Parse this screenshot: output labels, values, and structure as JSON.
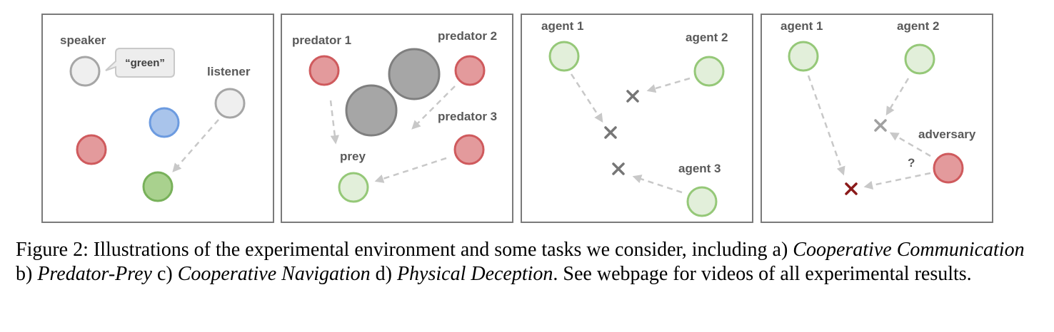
{
  "panels": [
    {
      "labels": {
        "speaker": "speaker",
        "listener": "listener",
        "utterance": "“green”"
      }
    },
    {
      "labels": {
        "predator1": "predator 1",
        "predator2": "predator 2",
        "predator3": "predator 3",
        "prey": "prey"
      }
    },
    {
      "labels": {
        "agent1": "agent 1",
        "agent2": "agent 2",
        "agent3": "agent 3"
      }
    },
    {
      "labels": {
        "agent1": "agent 1",
        "agent2": "agent 2",
        "adversary": "adversary",
        "question": "?"
      }
    }
  ],
  "colors": {
    "gray_light": "#efefef",
    "gray_stroke": "#a6a6a6",
    "red_fill": "#e39a9c",
    "red_stroke": "#cf5a5d",
    "blue_fill": "#a9c4eb",
    "blue_stroke": "#6c9be0",
    "green_fill": "#a9d18e",
    "green_stroke": "#78b15a",
    "green_light_fill": "#e2efda",
    "green_light_stroke": "#95c878",
    "obstacle_fill": "#a6a6a6",
    "obstacle_stroke": "#7f7f7f",
    "cross_gray": "#767676",
    "cross_red": "#8b1a1a",
    "arrow": "#c8c8c8"
  },
  "caption": {
    "prefix": "Figure 2: Illustrations of the experimental environment and some tasks we consider, including a)",
    "task_a": "Cooperative Communication",
    "b_label": "b)",
    "task_b": "Predator-Prey",
    "c_label": "c)",
    "task_c": "Cooperative Navigation",
    "d_label": "d)",
    "task_d": "Physical Deception",
    "suffix": ". See webpage for videos of all experimental results."
  }
}
